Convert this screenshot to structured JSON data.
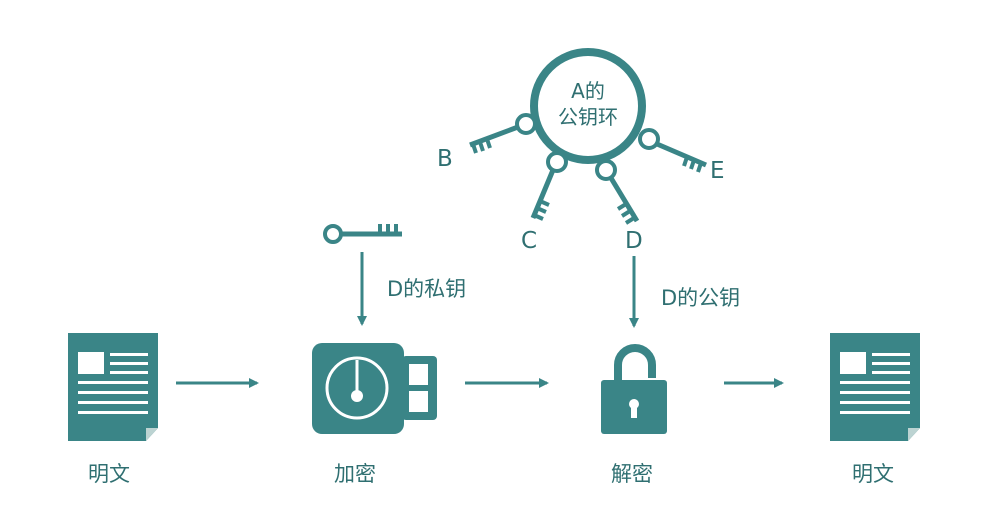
{
  "colors": {
    "teal": "#3a8587",
    "dark": "#2f6f71",
    "paper": "#ffffff",
    "corner": "#bcd3d2"
  },
  "labels": {
    "plaintext_left": "明文",
    "encrypt": "加密",
    "decrypt": "解密",
    "plaintext_right": "明文",
    "private_key": "D的私钥",
    "public_key": "D的公钥"
  },
  "keyring": {
    "title_line1": "A的",
    "title_line2": "公钥环",
    "keys": [
      "B",
      "C",
      "D",
      "E"
    ]
  },
  "icons": [
    "document-icon",
    "usb-drive-icon",
    "open-padlock-icon",
    "key-icon",
    "keyring-icon"
  ]
}
